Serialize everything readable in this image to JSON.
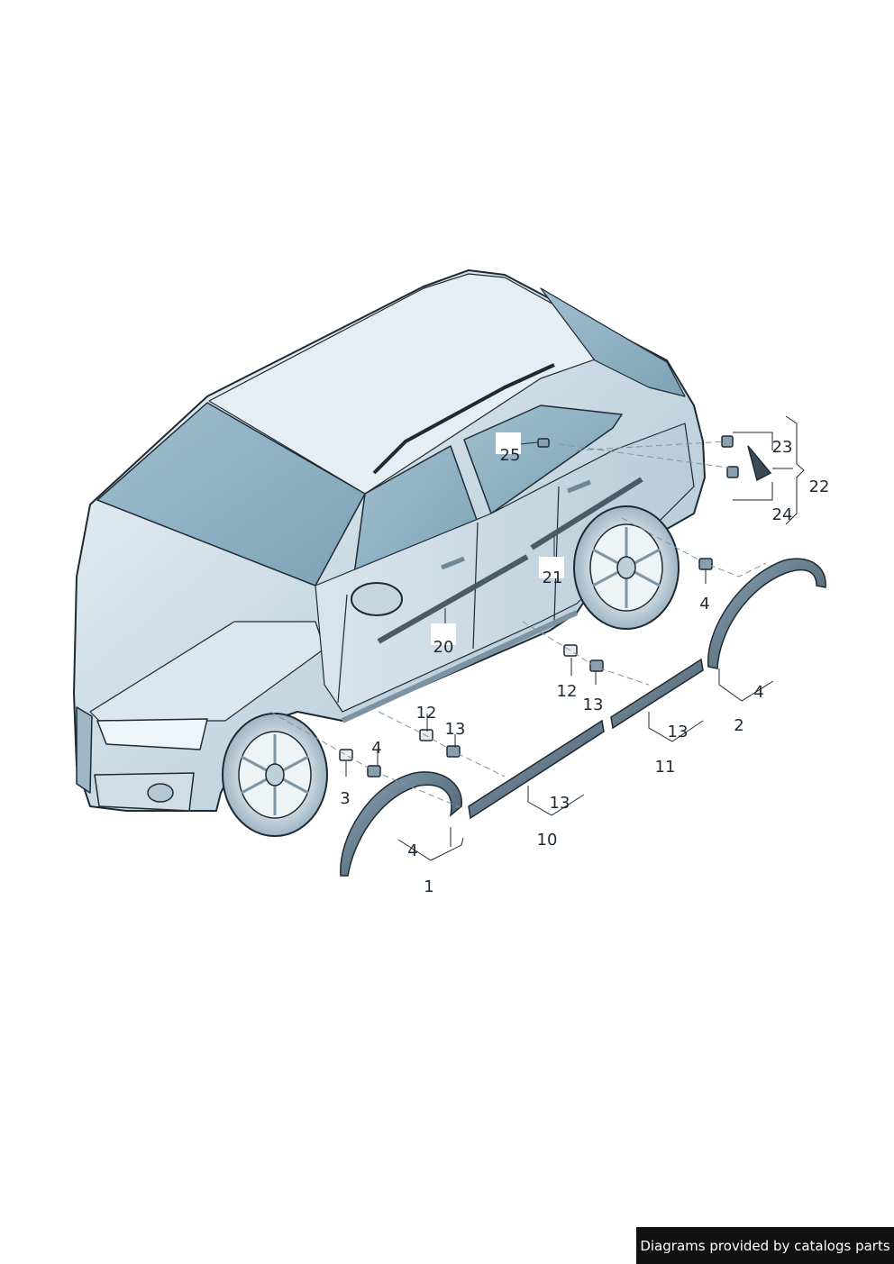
{
  "diagram": {
    "callouts": {
      "c1": "1",
      "c2": "2",
      "c3": "3",
      "c4a": "4",
      "c4b": "4",
      "c4c": "4",
      "c4d": "4",
      "c10": "10",
      "c11": "11",
      "c12a": "12",
      "c12b": "12",
      "c13a": "13",
      "c13b": "13",
      "c13c": "13",
      "c13d": "13",
      "c20": "20",
      "c21": "21",
      "c22": "22",
      "c23": "23",
      "c24": "24",
      "c25": "25"
    }
  },
  "footer": {
    "text": "Diagrams provided by catalogs parts"
  },
  "colors": {
    "ink": "#1e2a33",
    "body_light": "#dde8ef",
    "body_mid": "#b3c9d6",
    "glass": "#8fb0c2",
    "trim_dark": "#4a5a66"
  }
}
